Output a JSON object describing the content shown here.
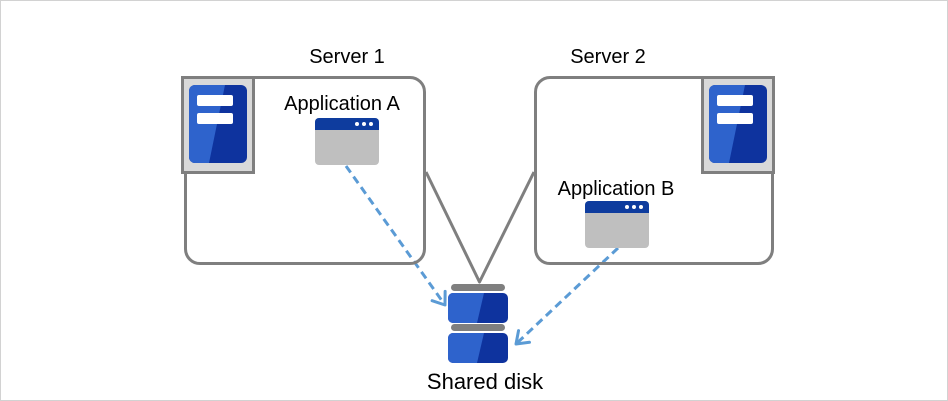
{
  "diagram": {
    "server1_title": "Server 1",
    "server2_title": "Server 2",
    "app_a_label": "Application A",
    "app_b_label": "Application B",
    "shared_disk_label": "Shared disk"
  },
  "colors": {
    "box_border": "#7f7f7f",
    "connector_gray": "#7f7f7f",
    "arrow_blue": "#5b9bd5",
    "server_blue_light": "#2e63cc",
    "server_blue_dark": "#0e339e",
    "icon_frame_fill": "#d9d9d9",
    "window_body_gray": "#bfbfbf",
    "window_titlebar_blue": "#0e3c9e",
    "disk_cap_gray": "#7f7f7f",
    "text": "#000000",
    "canvas_border": "#d2d2d2",
    "background": "#ffffff"
  },
  "icons": {
    "server1": "server-icon",
    "server2": "server-icon",
    "app_a": "app-window-icon",
    "app_b": "app-window-icon",
    "disk": "shared-disk-icon"
  }
}
